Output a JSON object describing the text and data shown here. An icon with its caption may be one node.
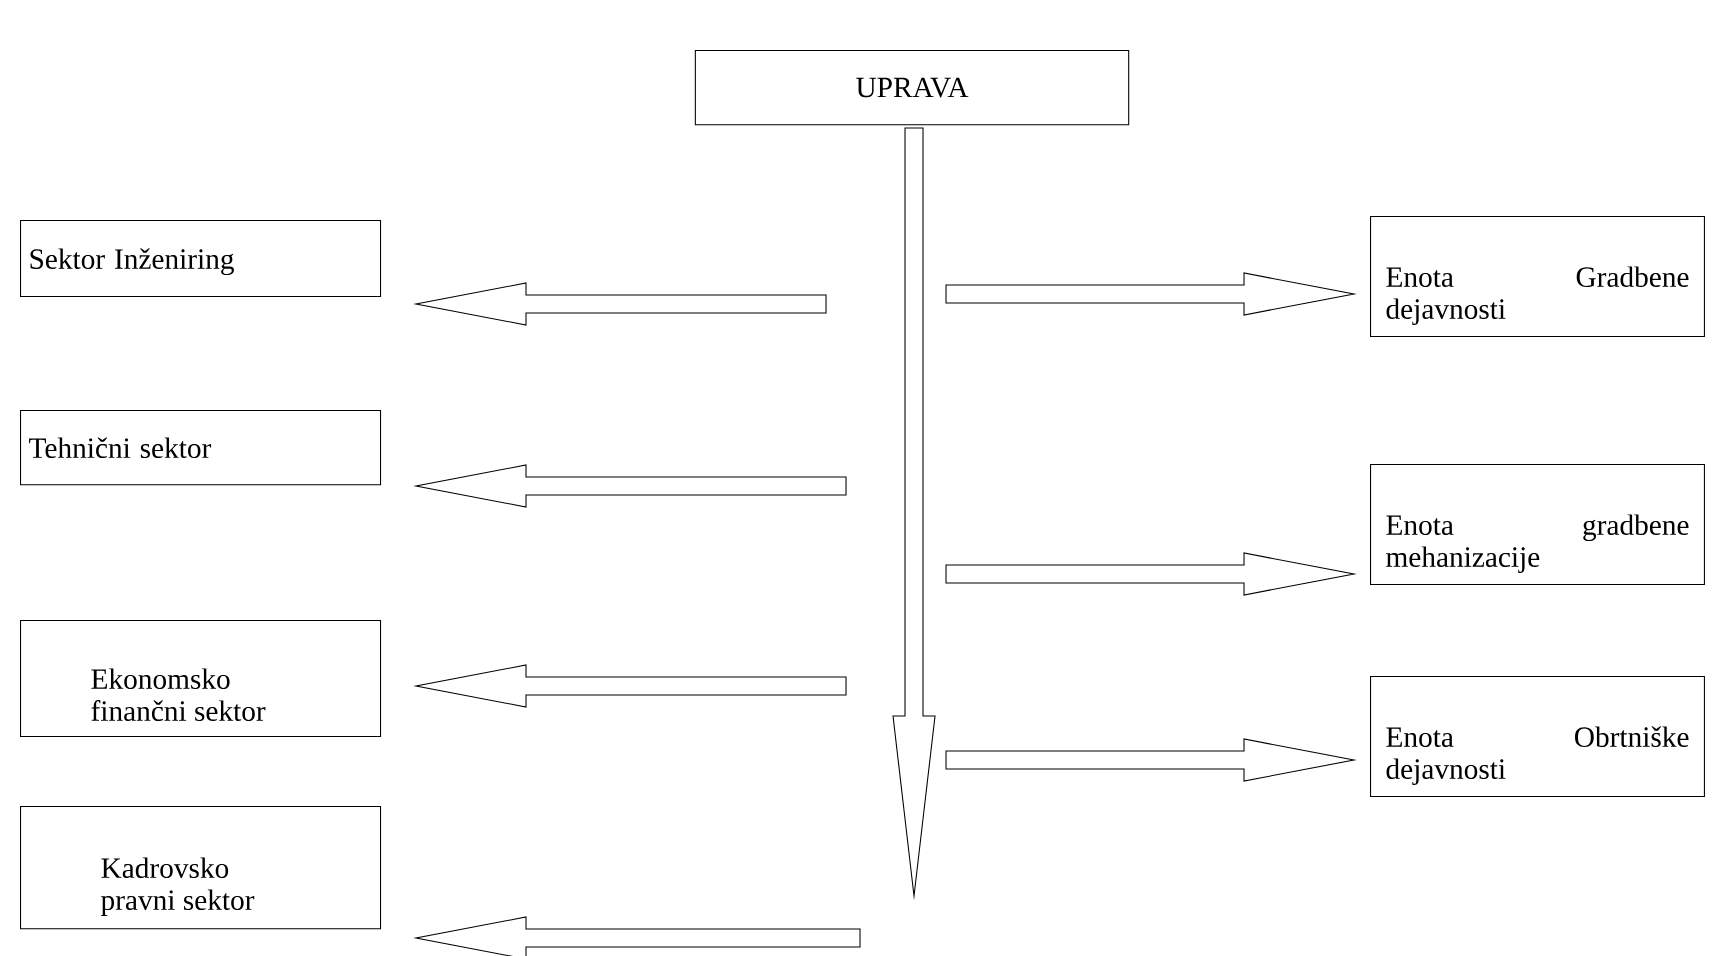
{
  "diagram": {
    "nodes": [
      {
        "text": [
          "UPRAVA"
        ]
      },
      {
        "text": [
          "Sektor Inženiring"
        ]
      },
      {
        "text": [
          "Tehnični sektor"
        ]
      },
      {
        "text": [
          "Ekonomsko finančni sektor"
        ]
      },
      {
        "text": [
          "Kadrovsko pravni sektor"
        ]
      },
      {
        "text": [
          "Enota Gradbene dejavnosti"
        ]
      },
      {
        "text": [
          "Enota gradbene mehanizacije"
        ]
      },
      {
        "text": [
          "Enota Obrtniške dejavnosti"
        ]
      }
    ],
    "edges": [
      {
        "from": 0,
        "to": null,
        "arrow": "to"
      },
      {
        "from": null,
        "to": 1,
        "arrow": "to"
      },
      {
        "from": null,
        "to": 2,
        "arrow": "to"
      },
      {
        "from": null,
        "to": 3,
        "arrow": "to"
      },
      {
        "from": null,
        "to": 4,
        "arrow": "to"
      },
      {
        "from": null,
        "to": 5,
        "arrow": "to"
      },
      {
        "from": null,
        "to": 6,
        "arrow": "to"
      },
      {
        "from": null,
        "to": 7,
        "arrow": "to"
      }
    ]
  }
}
